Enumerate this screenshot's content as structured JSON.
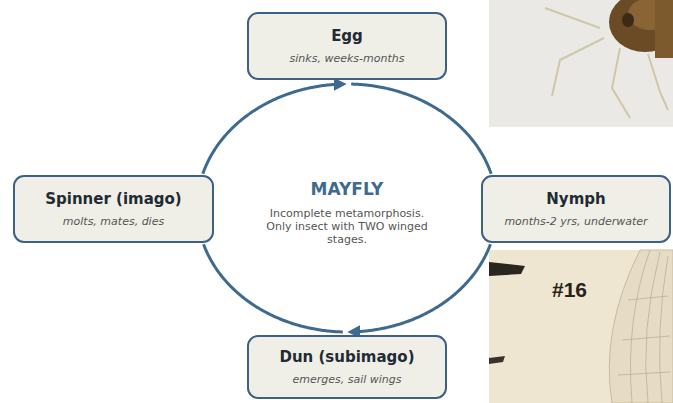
{
  "diagram": {
    "title": "MAYFLY",
    "caption": "Incomplete metamorphosis. Only insect with TWO winged stages.",
    "nodes": [
      {
        "text": [
          "Egg",
          "sinks, weeks-months"
        ]
      },
      {
        "text": [
          "Spinner (imago)",
          "molts, mates, dies"
        ]
      },
      {
        "text": [
          "Nymph",
          "months-2 yrs, underwater"
        ]
      },
      {
        "text": [
          "Dun (subimago)",
          "emerges, sail wings"
        ]
      }
    ],
    "edges": [
      {
        "from": 0,
        "to": 2,
        "arrow": "none"
      },
      {
        "from": 2,
        "to": 3,
        "arrow": "to"
      },
      {
        "from": 3,
        "to": 1,
        "arrow": "none"
      },
      {
        "from": 1,
        "to": 0,
        "arrow": "to"
      }
    ],
    "labels": [
      "#16"
    ]
  }
}
